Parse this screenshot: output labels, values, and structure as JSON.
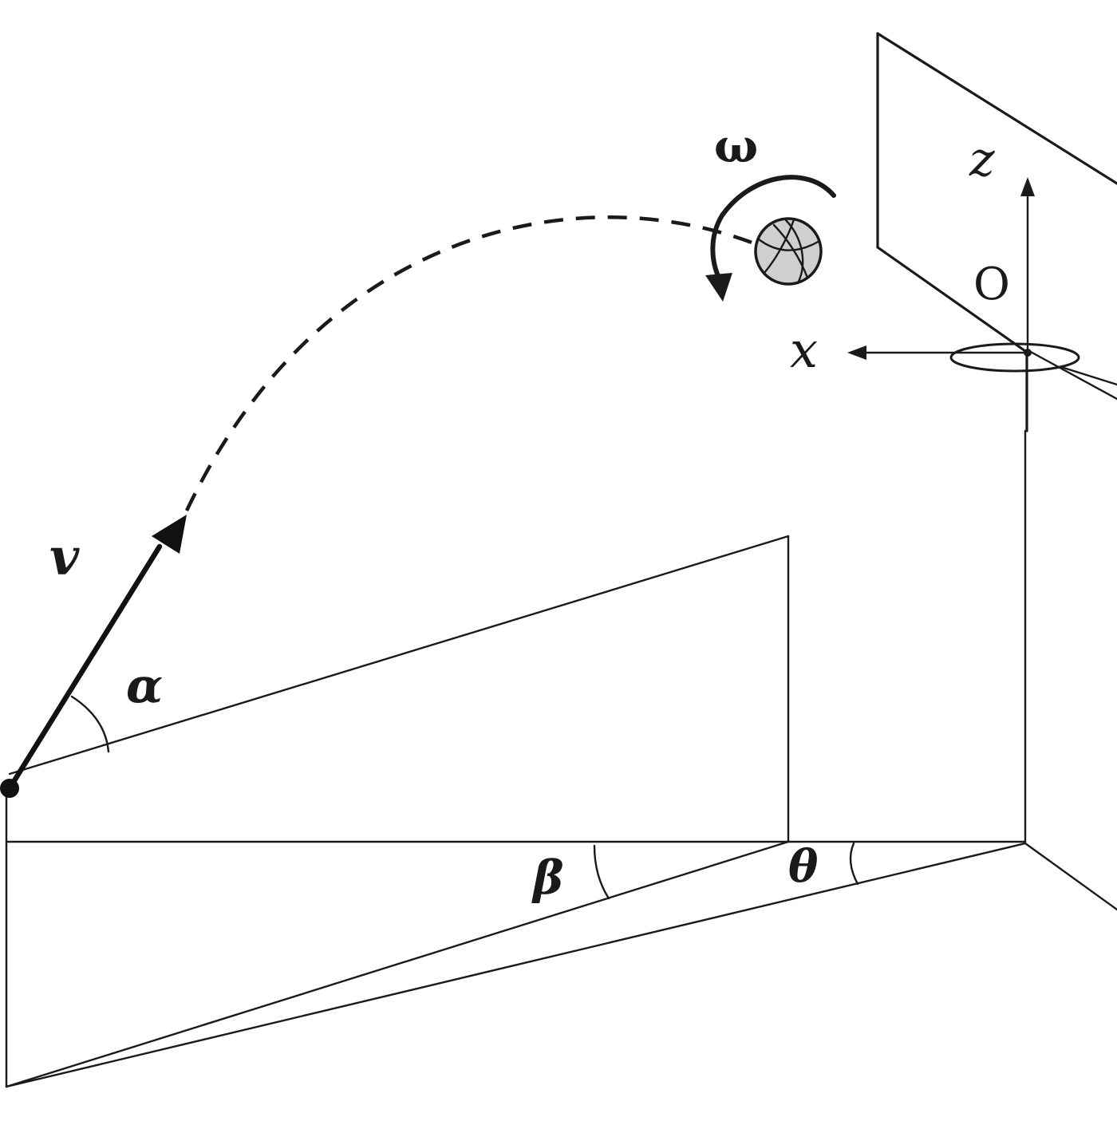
{
  "labels": {
    "velocity": "v",
    "launch_angle": "α",
    "spin": "ω",
    "axis_z": "z",
    "axis_x": "x",
    "origin": "O",
    "angle_beta": "β",
    "angle_theta": "θ"
  },
  "colors": {
    "line": "#1a1a1a",
    "ball_fill": "#cfcfcf",
    "background": "#ffffff"
  },
  "icons": {
    "ball": "basketball-icon",
    "spin_arrow": "curved-arrow-icon",
    "hoop": "hoop-ring-icon"
  }
}
